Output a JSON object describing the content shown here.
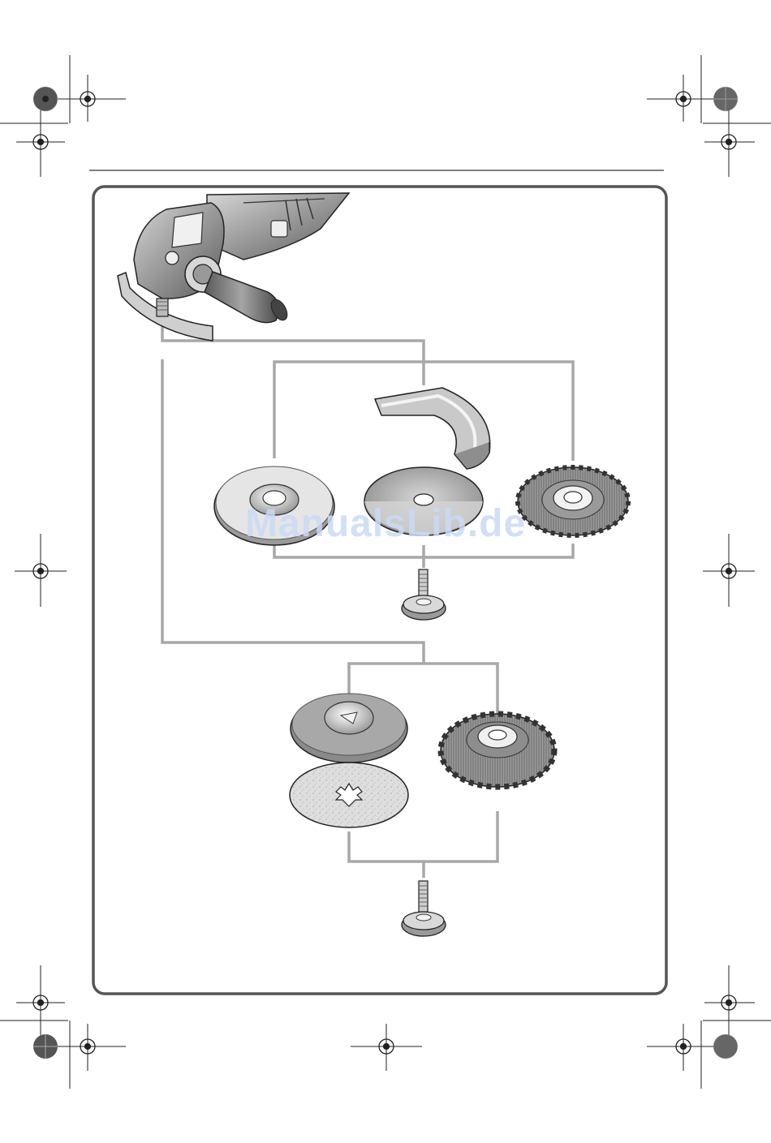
{
  "watermark": {
    "text": "ManualsLib.de",
    "color": "#c9dbf5"
  },
  "colors": {
    "frame": "#555555",
    "connector": "#a8a8a8",
    "metal_light": "#e2e2e2",
    "metal_mid": "#bdbdbd",
    "metal_dark": "#6e6e6e",
    "ink": "#222222",
    "crop_mark_fill": "#4a4a4a"
  },
  "figure": {
    "tool": "angle-grinder",
    "group_1": [
      "backing-flange",
      "protective-guard",
      "cutting-disc",
      "wire-brush-knotted",
      "clamping-screw"
    ],
    "group_2": [
      "sanding-pad",
      "fiber-disc",
      "wire-brush-cup",
      "clamping-screw"
    ]
  }
}
